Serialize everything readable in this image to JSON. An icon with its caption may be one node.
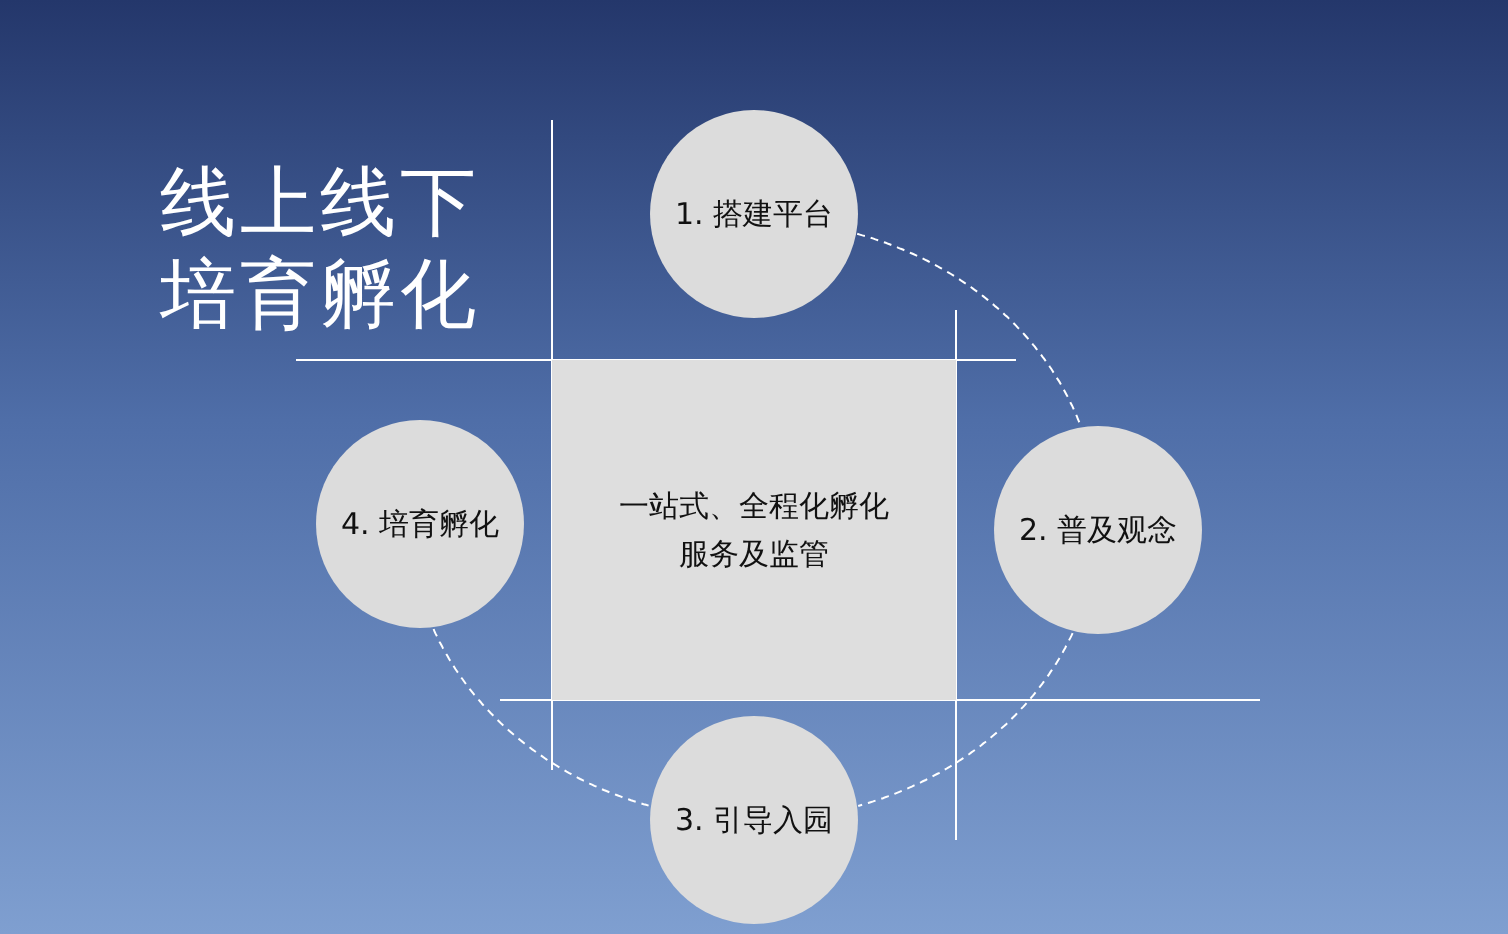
{
  "diagram": {
    "title": "线上线下培育孵化",
    "nodes": [
      {
        "text": [
          "1. 搭建平台"
        ]
      },
      {
        "text": [
          "4. 培育孵化"
        ]
      },
      {
        "text": [
          "一站式、全程化孵化服务及监管"
        ]
      },
      {
        "text": [
          "2. 普及观念"
        ]
      },
      {
        "text": [
          "3. 引导入园"
        ]
      }
    ],
    "edges": [
      {
        "from": 0,
        "to": 3,
        "arrow": "none",
        "style": "dashed"
      },
      {
        "from": 3,
        "to": 4,
        "arrow": "none",
        "style": "dashed"
      },
      {
        "from": 1,
        "to": 4,
        "arrow": "none",
        "style": "dashed"
      }
    ]
  }
}
